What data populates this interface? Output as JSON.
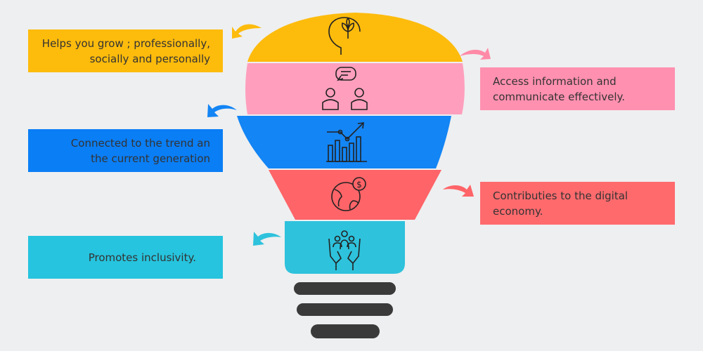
{
  "colors": {
    "yellow": "#fdbb0c",
    "pink": "#ff90b0",
    "blue": "#0a7ef5",
    "red": "#ff6a6d",
    "cyan": "#26c4de",
    "base": "#3a3a3a",
    "text": "#333333"
  },
  "items": [
    {
      "id": "grow",
      "text_line1": "Helps you grow ; professionally,",
      "text_line2": "socially and personally",
      "icon": "head-growth-icon"
    },
    {
      "id": "access",
      "text_line1": "Access information and",
      "text_line2": "communicate effectively.",
      "icon": "people-chat-icon"
    },
    {
      "id": "trend",
      "text_line1": "Connected to the trend an",
      "text_line2": "the current generation",
      "icon": "growth-chart-icon"
    },
    {
      "id": "economy",
      "text_line1": "Contributies to the digital",
      "text_line2": "economy.",
      "icon": "globe-dollar-icon"
    },
    {
      "id": "inclusive",
      "text_line1": "Promotes inclusivity.",
      "text_line2": "",
      "icon": "hands-community-icon"
    }
  ]
}
